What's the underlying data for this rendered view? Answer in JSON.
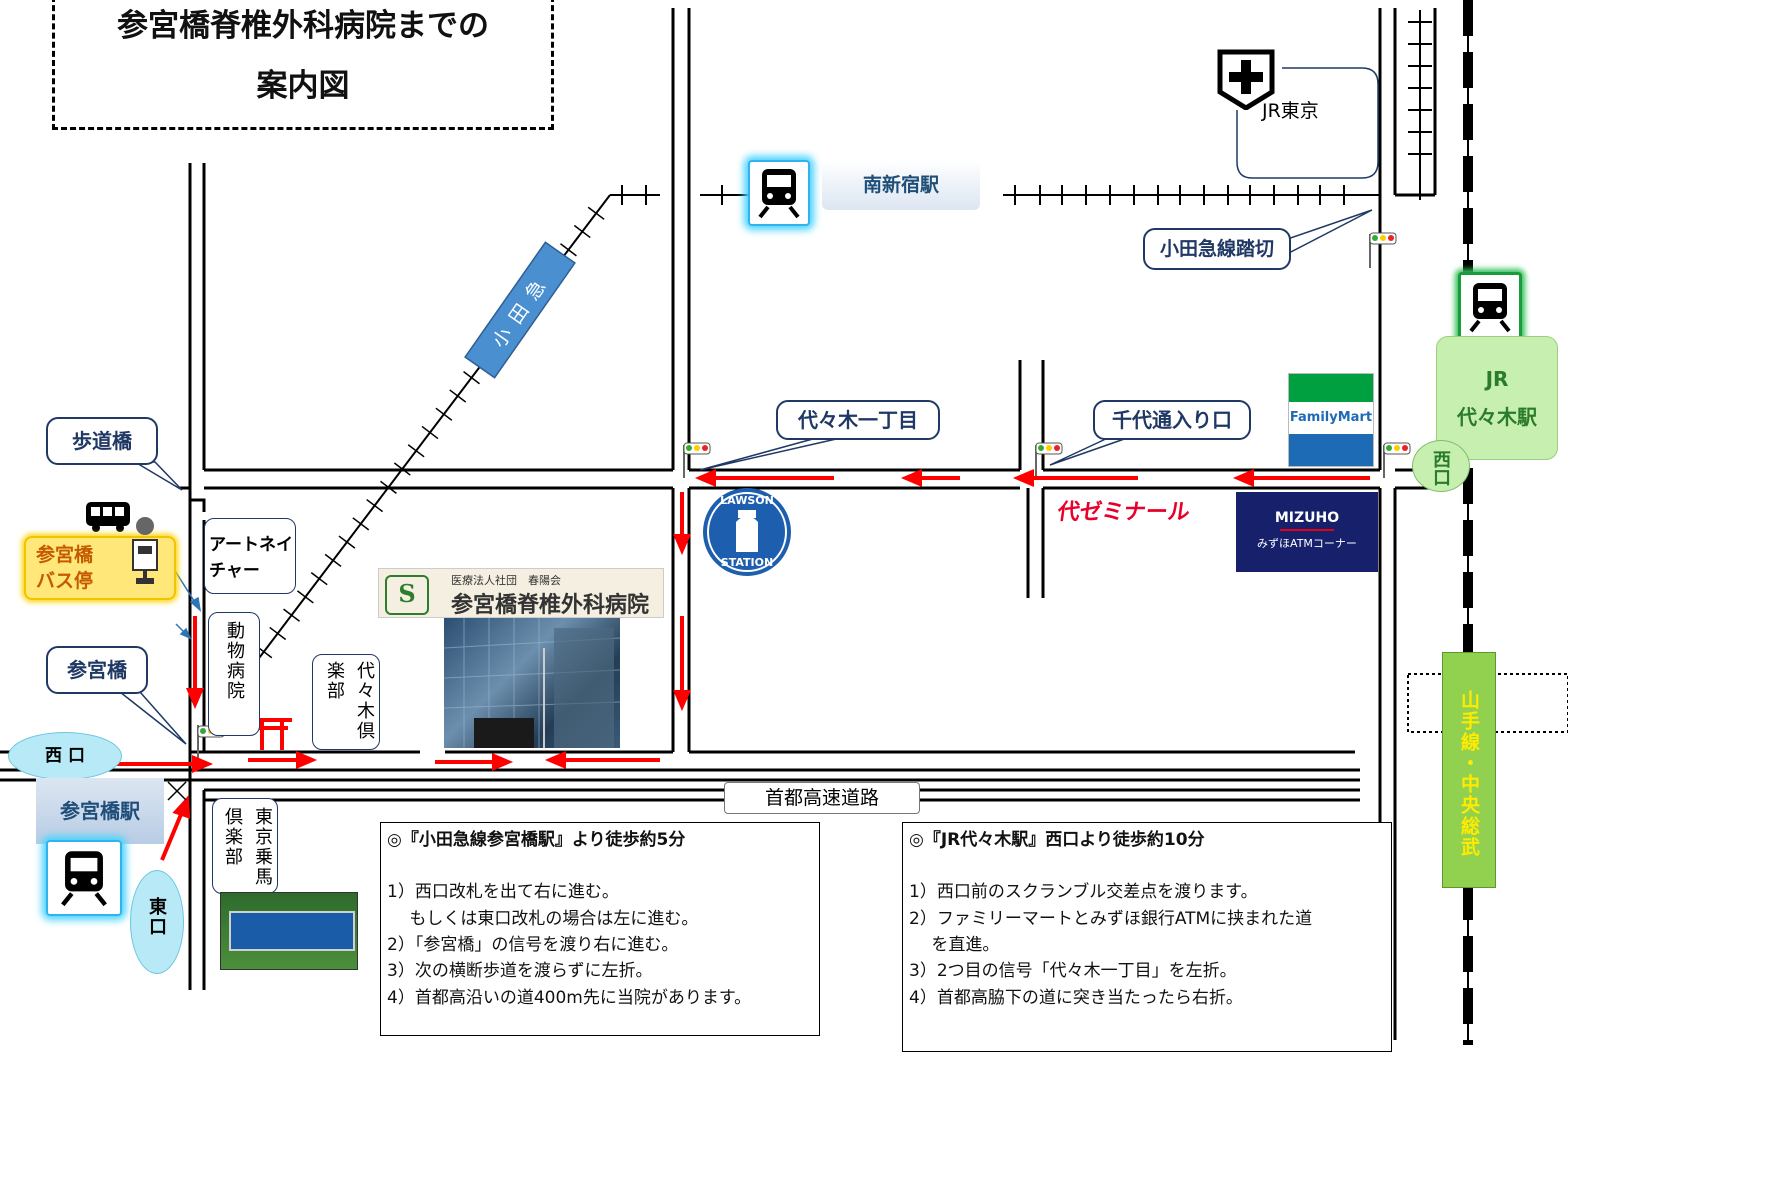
{
  "title": {
    "line1": "参宮橋脊椎外科病院までの",
    "line2": "案内図"
  },
  "stations": {
    "minami_shinjuku": "南新宿駅",
    "sangubashi": "参宮橋駅",
    "jr_yoyogi_line1": "JR",
    "jr_yoyogi_line2": "代々木駅"
  },
  "exits": {
    "west_left": "西 口",
    "east": "東口",
    "west_right": "西口"
  },
  "callouts": {
    "hodokyo": "歩道橋",
    "sangubashi": "参宮橋",
    "odakyu_crossing": "小田急線踏切",
    "yoyogi_1chome": "代々木一丁目",
    "chiyo_entrance": "千代通入り口"
  },
  "labels": {
    "odakyu_line": "小田急線",
    "bus_stop": "参宮橋\nバス停",
    "jr_tokyo": "JR東京",
    "expressway": "首都高速道路",
    "yamanote": "山手線・中央総武"
  },
  "buildings": {
    "art_nature": "アートネイチャー",
    "animal_hospital": "動物病院",
    "yoyogi_club": "代々木倶楽部",
    "tokyo_horse_club": "東京乗馬倶楽部"
  },
  "hospital": {
    "corp": "医療法人社団　春陽会",
    "name": "参宮橋脊椎外科病院"
  },
  "logos": {
    "lawson_top": "LAWSON",
    "lawson_bottom": "STATION",
    "familymart": "FamilyMart",
    "mizuho": "MIZUHO",
    "mizuho_sub": "みずほATMコーナー",
    "yoyogi_seminar": "代ゼミナール"
  },
  "route_odakyu": {
    "heading": "◎『小田急線参宮橋駅』より徒歩約5分",
    "steps": [
      "1）西口改札を出て右に進む。",
      "　 もしくは東口改札の場合は左に進む。",
      "2）「参宮橋」の信号を渡り右に進む。",
      "3）次の横断歩道を渡らずに左折。",
      "4）首都高沿いの道400m先に当院があります。"
    ]
  },
  "route_jr": {
    "heading": "◎『JR代々木駅』西口より徒歩約10分",
    "steps": [
      "1）西口前のスクランブル交差点を渡ります。",
      "2）ファミリーマートとみずほ銀行ATMに挟まれた道",
      "　 を直進。",
      "3）2つ目の信号「代々木一丁目」を左折。",
      "4）首都高脇下の道に突き当たったら右折。"
    ]
  },
  "colors": {
    "route_arrow": "#ff0000",
    "callout_border": "#1f3864",
    "callout_text": "#1f3864",
    "jr_green": "#c6efb0",
    "exit_blue": "#b7eaf6",
    "bus_yellow": "#ffe77a",
    "odakyu_blue": "#4a8fd0",
    "yamanote_green": "#92d050"
  },
  "icons": [
    "train-icon",
    "bus-icon",
    "bus-stop-pole-icon",
    "signal-light-icon",
    "torii-icon",
    "hospital-map-symbol-icon",
    "hospital-building-photo",
    "horse-club-photo"
  ]
}
